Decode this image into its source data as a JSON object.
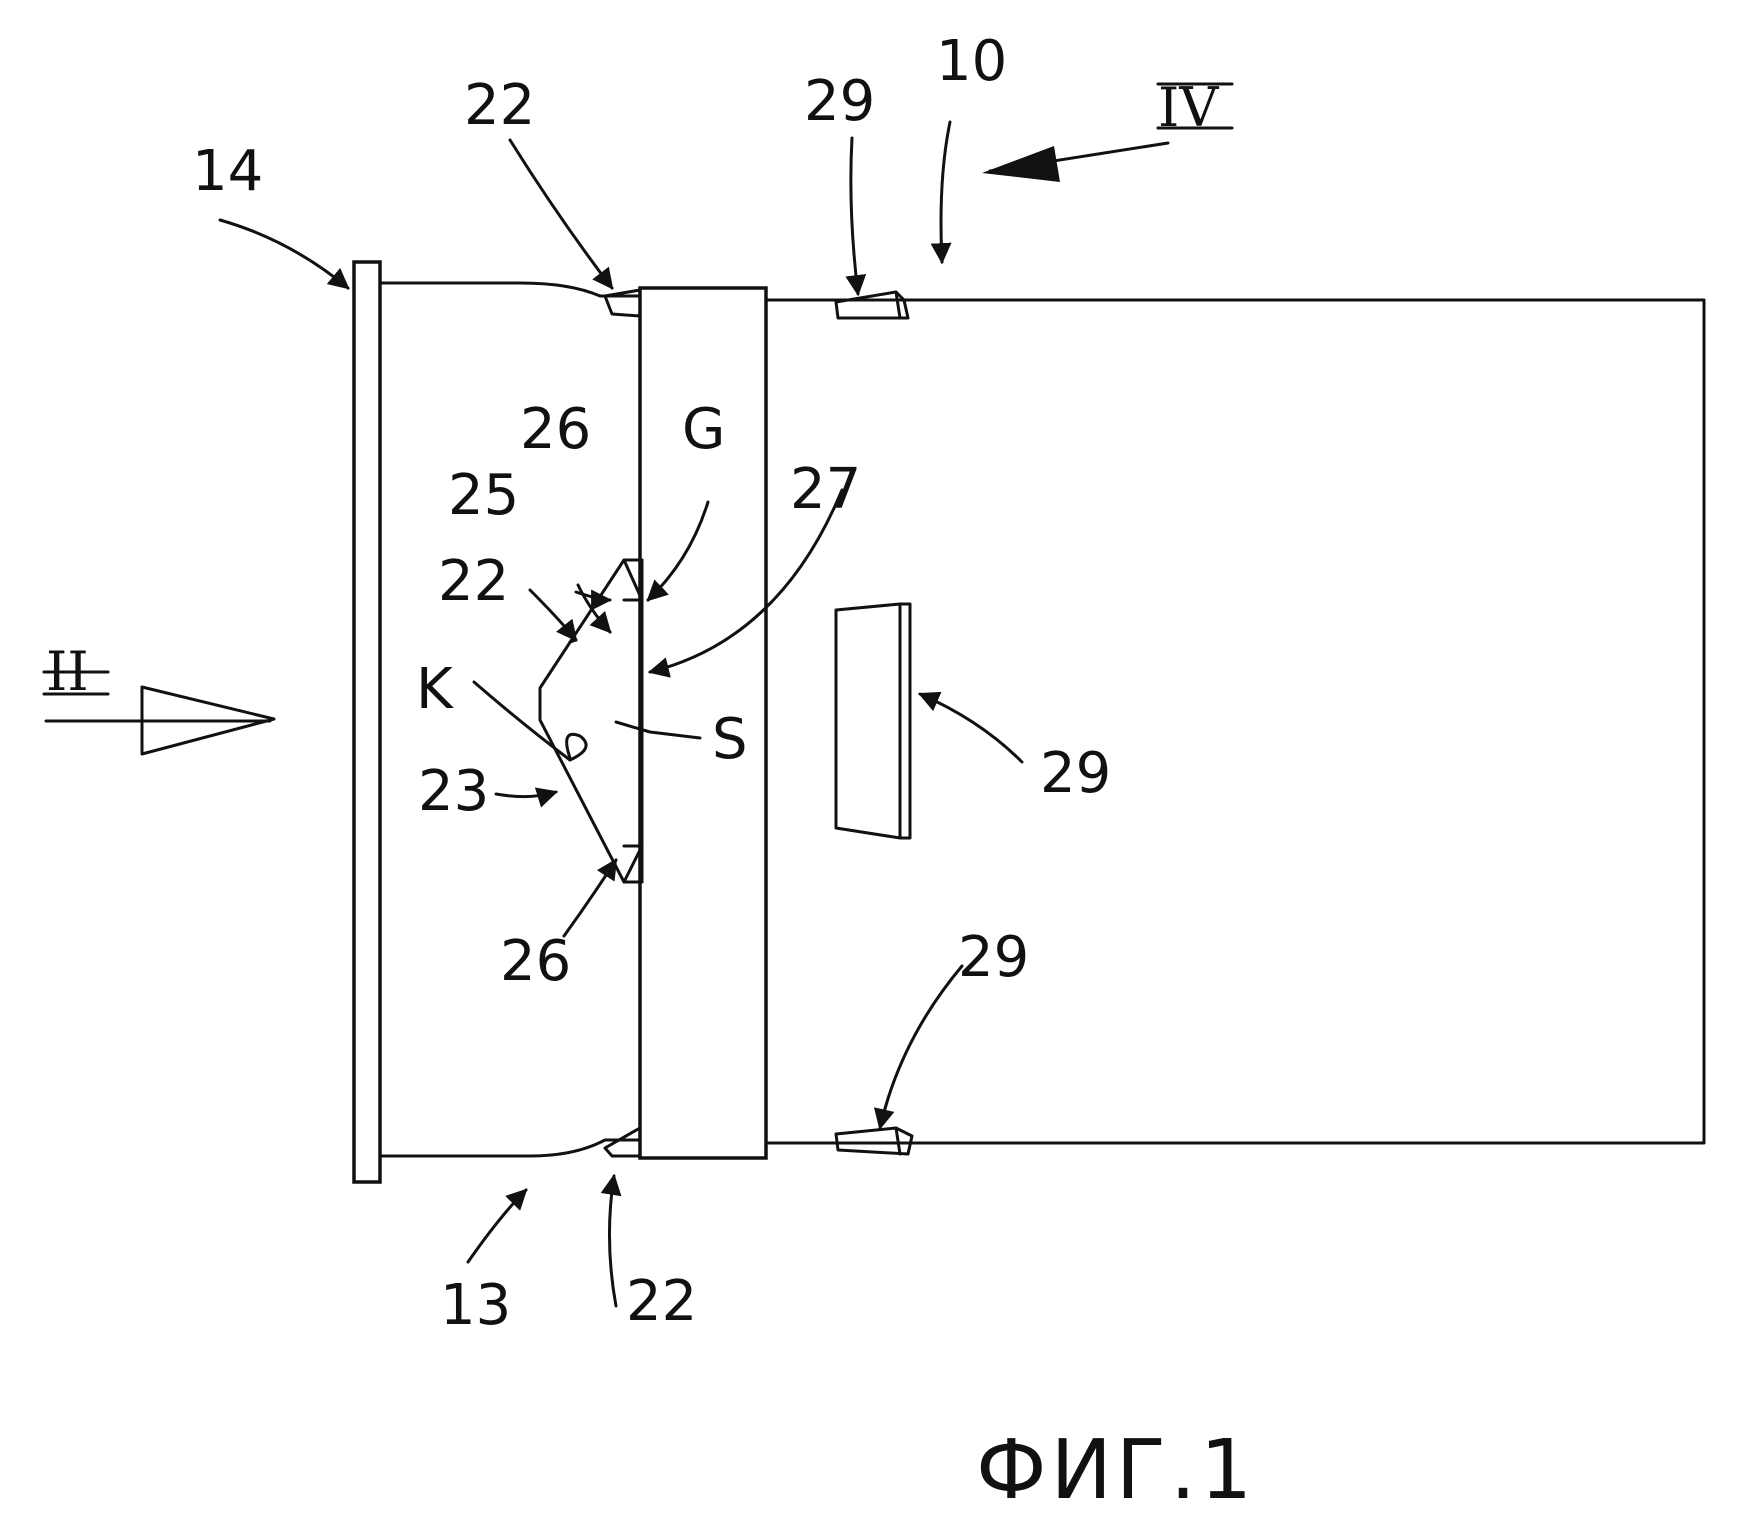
{
  "caption": "ФИГ.1",
  "views": {
    "view_ii": "II",
    "view_iv": "IV"
  },
  "labels": {
    "l10": "10",
    "l13": "13",
    "l14": "14",
    "l22_top": "22",
    "l22_mid": "22",
    "l22_bottom": "22",
    "l23": "23",
    "l25": "25",
    "l26_top": "26",
    "l26_bottom": "26",
    "l27": "27",
    "l29_top": "29",
    "l29_mid": "29",
    "l29_bottom": "29",
    "lG": "G",
    "lK": "K",
    "lS": "S"
  }
}
